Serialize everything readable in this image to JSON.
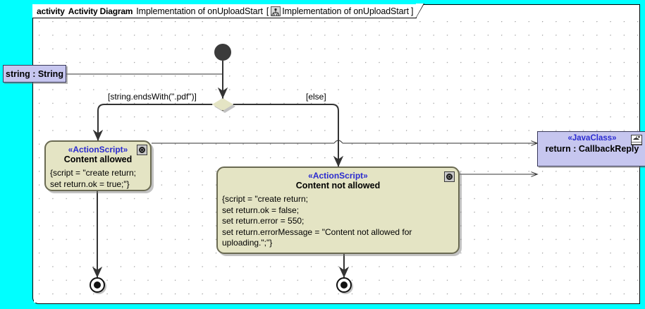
{
  "frame": {
    "keyword": "activity",
    "type_label": "Activity Diagram",
    "name": "Implementation of onUploadStart",
    "ref_open": "[",
    "ref_name": "Implementation of onUploadStart",
    "ref_close": "]",
    "icon": "activity-frame-icon"
  },
  "colors": {
    "canvas_background": "#00FFFF",
    "frame_background": "#FFFFFF",
    "action_fill": "#E4E4C4",
    "action_border": "#6A6A52",
    "object_fill": "#C6C6EF",
    "object_border": "#3A3A5A",
    "stereotype_text": "#2A2AD0",
    "edge": "#333333",
    "grid_dot": "#9A9A9A"
  },
  "nodes": {
    "initial": {
      "name": "initial-node",
      "shape": "filled-circle"
    },
    "decision": {
      "name": "decision-node",
      "shape": "diamond"
    },
    "string_param": {
      "label": "string : String",
      "kind": "object-node"
    },
    "action_allowed": {
      "stereotype": "«ActionScript»",
      "name": "Content allowed",
      "body": [
        "{script = \"create return;",
        "set return.ok = true;\"}"
      ],
      "icon": "actionscript-icon"
    },
    "action_not_allowed": {
      "stereotype": "«ActionScript»",
      "name": "Content not allowed",
      "body": [
        "{script = \"create return;",
        "set return.ok = false;",
        "set return.error = 550;",
        "set return.errorMessage = \"Content not allowed for",
        "uploading.\";\"}"
      ],
      "icon": "actionscript-icon"
    },
    "java_class": {
      "stereotype": "«JavaClass»",
      "name": "return : CallbackReply",
      "icon": "javaclass-icon"
    },
    "final_1": {
      "name": "activity-final-node-1",
      "shape": "bullseye"
    },
    "final_2": {
      "name": "activity-final-node-2",
      "shape": "bullseye"
    }
  },
  "guards": {
    "pdf": "[string.endsWith(\".pdf\")]",
    "else": "[else]"
  }
}
